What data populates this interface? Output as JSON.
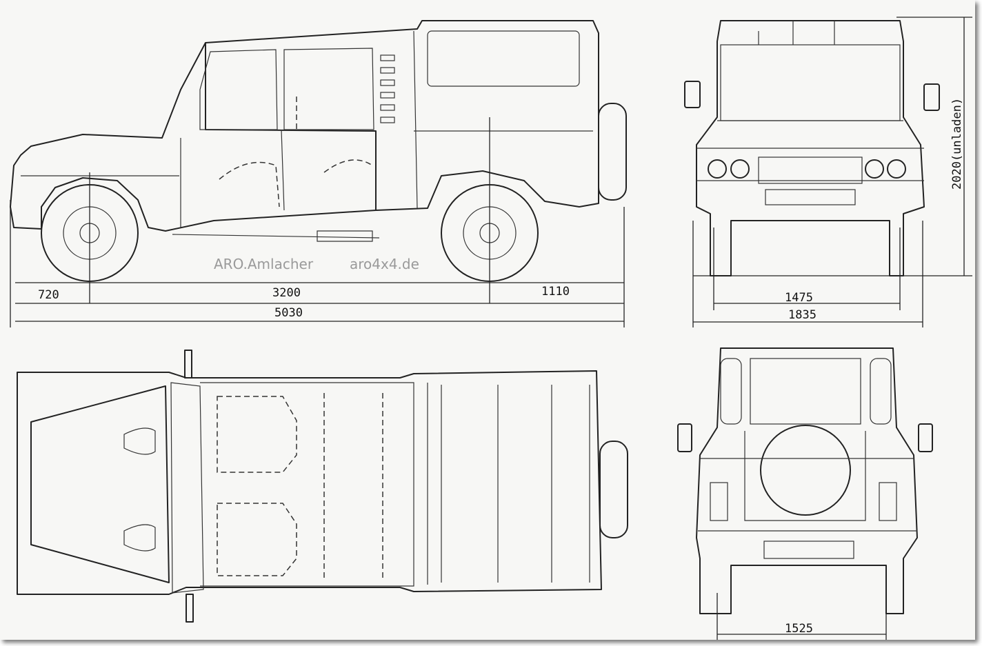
{
  "dimensions": {
    "front_overhang": "720",
    "wheelbase": "3200",
    "rear_overhang": "1110",
    "total_length": "5030",
    "front_track": "1475",
    "total_width": "1835",
    "height": "2020(unladen)",
    "rear_track": "1525"
  },
  "watermark": {
    "left": "ARO.Amlacher",
    "right": "aro4x4.de"
  }
}
